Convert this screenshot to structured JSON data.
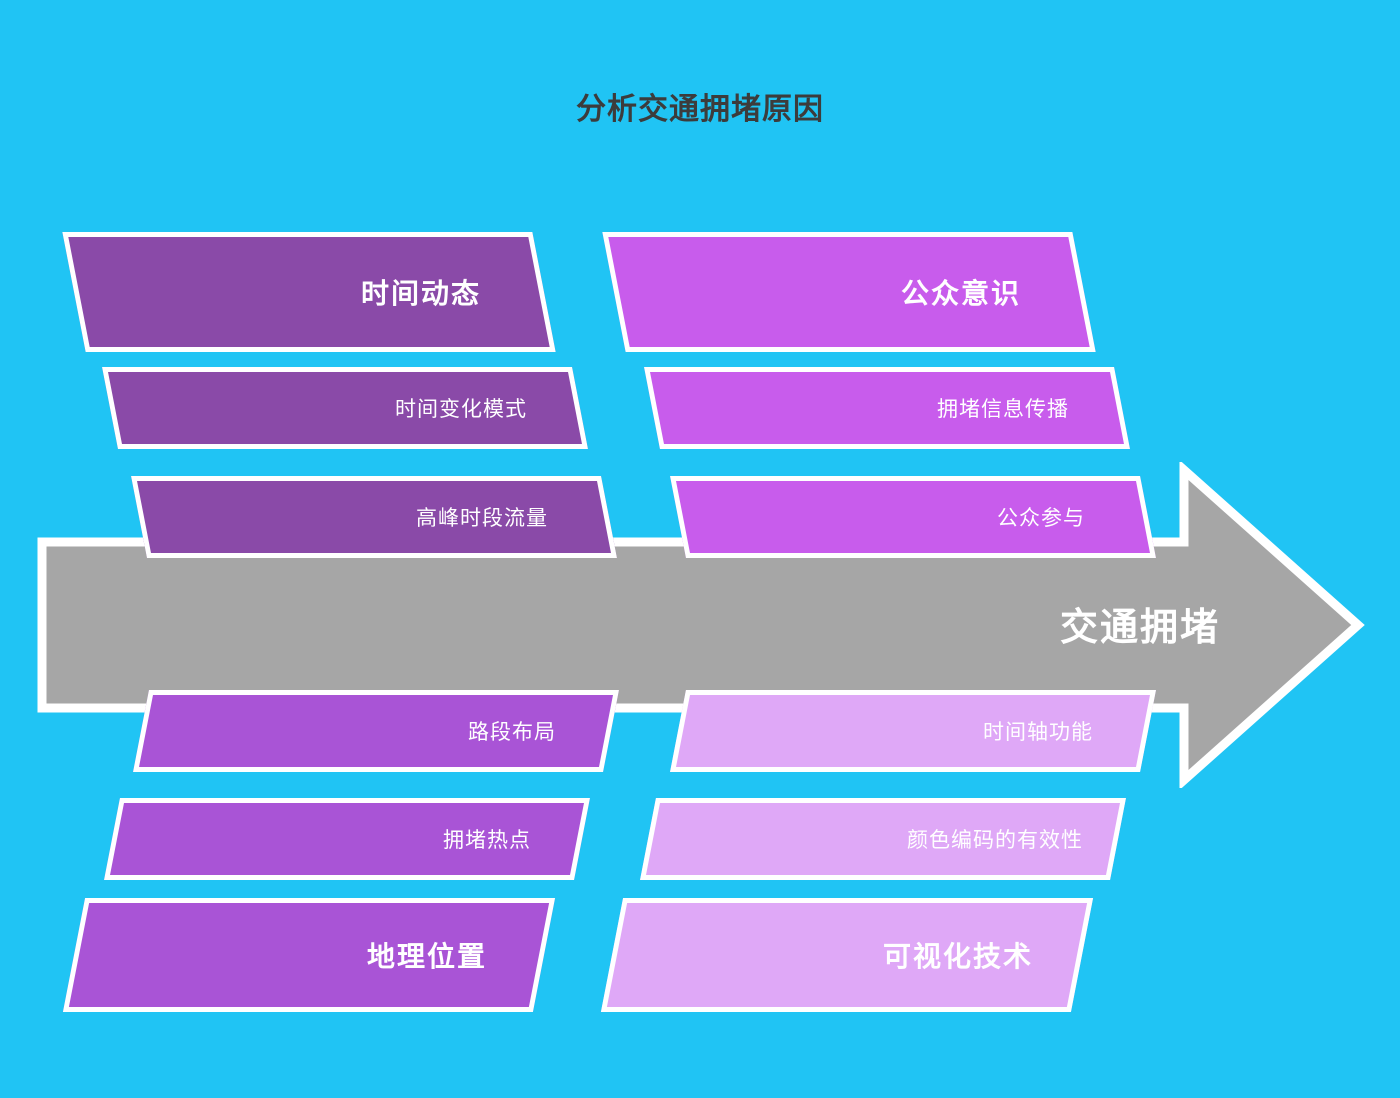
{
  "title": "分析交通拥堵原因",
  "colors": {
    "background": "#20c4f4",
    "spine": "#a6a6a6",
    "outline": "#ffffff",
    "branch_top_left": "#8a4aa8",
    "branch_top_right": "#c85cec",
    "branch_bottom_left": "#a954d6",
    "branch_bottom_right": "#dfa8f7",
    "title_text": "#3c3c3c",
    "label_text": "#ffffff"
  },
  "spine": {
    "label": "交通拥堵",
    "direction": "right"
  },
  "branches": [
    {
      "id": "time-dynamics",
      "position": "top-left",
      "category": "时间动态",
      "color": "#8a4aa8",
      "causes": [
        "时间变化模式",
        "高峰时段流量"
      ]
    },
    {
      "id": "public-awareness",
      "position": "top-right",
      "category": "公众意识",
      "color": "#c85cec",
      "causes": [
        "拥堵信息传播",
        "公众参与"
      ]
    },
    {
      "id": "geographic-location",
      "position": "bottom-left",
      "category": "地理位置",
      "color": "#a954d6",
      "causes": [
        "路段布局",
        "拥堵热点"
      ]
    },
    {
      "id": "visualization-technique",
      "position": "bottom-right",
      "category": "可视化技术",
      "color": "#dfa8f7",
      "causes": [
        "时间轴功能",
        "颜色编码的有效性"
      ]
    }
  ],
  "bars": {
    "tl_head": "时间动态",
    "tl_c1": "时间变化模式",
    "tl_c2": "高峰时段流量",
    "tr_head": "公众意识",
    "tr_c1": "拥堵信息传播",
    "tr_c2": "公众参与",
    "bl_head": "地理位置",
    "bl_c1": "拥堵热点",
    "bl_c2": "路段布局",
    "br_head": "可视化技术",
    "br_c1": "颜色编码的有效性",
    "br_c2": "时间轴功能"
  }
}
